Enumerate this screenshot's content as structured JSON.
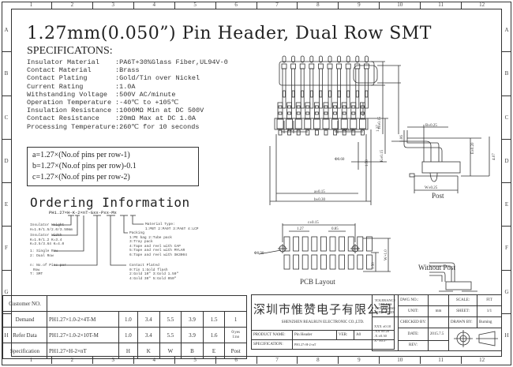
{
  "document": {
    "title": "1.27mm(0.050”) Pin Header, Dual Row SMT",
    "specifications_title": "SPECIFICATONS:",
    "specifications": [
      {
        "key": "Insulator Material",
        "value": ":PA6T+30%Glass Fiber,UL94V-0"
      },
      {
        "key": "Contact Material",
        "value": ":Brass"
      },
      {
        "key": "Contact Plating",
        "value": ":Gold/Tin over Nickel"
      },
      {
        "key": "Current Rating",
        "value": ":1.0A"
      },
      {
        "key": "Withstanding Voltage",
        "value": ":500V AC/minute"
      },
      {
        "key": "Operation Temperature",
        "value": ":-40℃ to +105℃"
      },
      {
        "key": "Insulation Resistance",
        "value": ":1000MΩ Min at DC 500V"
      },
      {
        "key": "Contact Resistance",
        "value": ":20mΩ Max at DC 1.0A"
      },
      {
        "key": "Processing Temperature",
        "value": ":260℃ for 10 seconds"
      }
    ],
    "formulas": [
      "a=1.27×(No.of pins per row-1)",
      "b=1.27×(No.of pins per row)-0.1",
      "c=1.27×(No.of pins per row-2)"
    ],
    "ordering": {
      "title": "Ordering Information",
      "code": "PH1.27×H-K-2×nT-Gxx-Pxx-Mx",
      "left_notes": [
        {
          "label": "Insulator Height",
          "lines": [
            "H=1.0/1.5/2.0/3.50mm"
          ]
        },
        {
          "label": "Insulator Width",
          "lines": [
            "K=1.0/1.2   K=3.4",
            "K=3.5/3.64  K=4.0"
          ]
        },
        {
          "label": "1: Single Row",
          "lines": [
            "2: Dual Row"
          ]
        },
        {
          "label": "n: No.of Pins per",
          "lines": [
            "Row",
            "T: SMT"
          ]
        }
      ],
      "right_notes": [
        {
          "label": "Material Type:",
          "lines": [
            "1:PBT 2:PA9T 3:PA6T 4:LCP"
          ]
        },
        {
          "label": "Packing",
          "lines": [
            "1:PE bag    2:Tube pack",
            "3:Tray pack",
            "4:Tape and reel with CAP",
            "5:Tape and reel with MYLAR",
            "6:Tape and reel with SK3004"
          ]
        },
        {
          "label": "Contact Plated",
          "lines": [
            "0:Tin          1:Gold flash",
            "2:Gold 10\"    3:Gold 1.50\"",
            "4:Gold 30\"    5:Gold 050\""
          ]
        }
      ]
    },
    "drawings": {
      "dim_pitch": "1.27",
      "dim_sq": "SQ0.40",
      "dim_h": "H±0.15",
      "dim_127_side": "1.27",
      "dim_k": "K±0.15",
      "dim_150": "1.50",
      "dim_hole": "Φ0.60",
      "dim_a": "a±0.15",
      "dim_b": "b±0.30",
      "dim_B": "B±0.25",
      "dim_106": "1.06",
      "dim_E": "E±0.20",
      "dim_407": "4.07",
      "dim_W": "W±0.25",
      "label_post": "Post",
      "dim_c": "c±0.15",
      "dim_pcb_pitch": "1.27",
      "dim_085": "0.85",
      "dim_pcb_hole": "Φ0.90",
      "dim_pcb_150": "1.50",
      "dim_pcb_w": "W+1.0",
      "label_pcb": "PCB Layout",
      "label_without_post": "Without Post"
    },
    "zones_top": [
      "1",
      "2",
      "3",
      "4",
      "5",
      "6",
      "7",
      "8",
      "9",
      "10",
      "11",
      "12"
    ],
    "zones_side": [
      "A",
      "B",
      "C",
      "D",
      "E",
      "F",
      "G",
      "H"
    ]
  },
  "bom": {
    "rows": [
      {
        "label": "Customer NO.",
        "cells": []
      },
      {
        "label": "Demand",
        "cells": [
          "PH1.27×1.0-2×4T-M",
          "1.0",
          "3.4",
          "5.5",
          "3.9",
          "1.5",
          "1"
        ]
      },
      {
        "label": "Refer Data",
        "cells": [
          "PH1.27×1.0-2×10T-M",
          "1.0",
          "3.4",
          "5.5",
          "3.9",
          "1.6",
          "0:yes\n1:no"
        ]
      },
      {
        "label": "Specification",
        "cells": [
          "PH1.27×H-2×nT",
          "H",
          "K",
          "W",
          "B",
          "E",
          "Post"
        ]
      }
    ]
  },
  "title_block": {
    "company_cn": "深圳市惟赞电子有限公司",
    "company_en": "SHENZHEN REALRUN ELECTRONIC CO.,LTD.",
    "product_name_label": "PRODUCT NAME:",
    "product_name": "Pin Header",
    "ver_label": "VER:",
    "ver": "A0",
    "specification_label": "SPECIFICATION:",
    "specification": "PH1.27×H-2×nT",
    "tolerance_label": "TOLERANCE UNLESS OTHERWISE SPECIFIED",
    "tolerances": [
      "XXX ±0.10",
      ".XX  ±0.20",
      ".X   ±0.30",
      "X°  ±0.5°"
    ],
    "dwg_no_label": "DWG NO.:",
    "dwg_no": "",
    "unit_label": "UNIT:",
    "unit": "mm",
    "checked_label": "CHECKED BY:",
    "checked": "",
    "date_label": "DATE:",
    "date": "2015.7.5",
    "rev_label": "REV:",
    "rev": "",
    "scale_label": "SCALE:",
    "scale": "FIT",
    "sheet_label": "SHEET:",
    "sheet": "1/1",
    "drawn_label": "DRAWN BY:",
    "drawn": "Burning"
  }
}
